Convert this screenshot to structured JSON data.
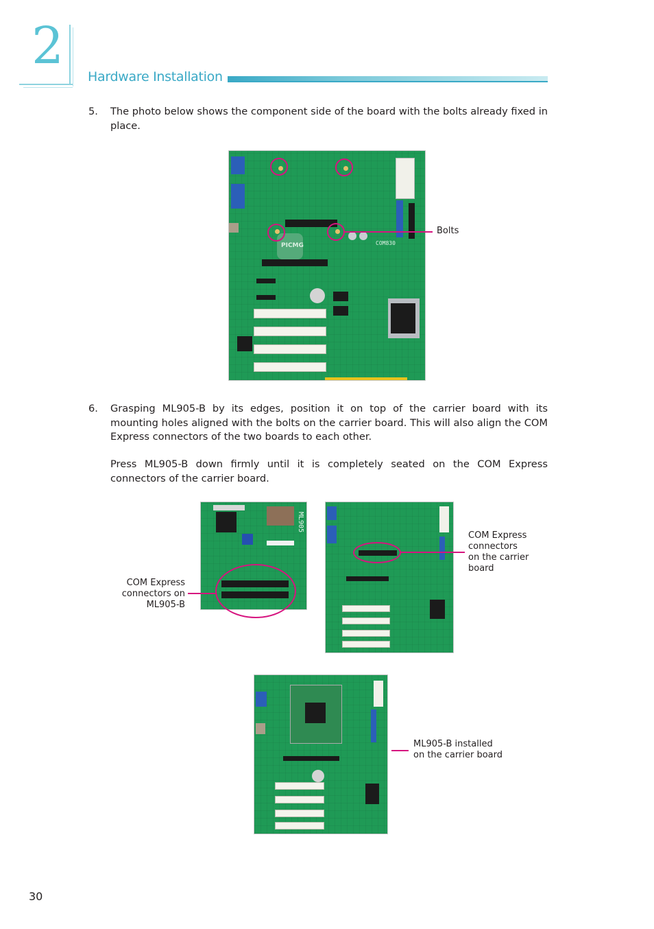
{
  "chapter": {
    "number": "2",
    "title": "Hardware Installation"
  },
  "steps": [
    {
      "number": "5.",
      "text": "The photo below shows the component side of the board with the bolts already fixed in place."
    },
    {
      "number": "6.",
      "text": "Grasping ML905-B by its edges, position it on top of the carrier board with its mounting holes aligned with the bolts on the carrier board. This will also align the COM Express connectors of the two boards to each other."
    }
  ],
  "step6_followup": "Press ML905-B down firmly until it is completely seated on the COM Express connectors of the carrier board.",
  "board_text": {
    "picmg": "PICMG",
    "com_silkscreen": "COM830",
    "module_silkscreen": "ML905"
  },
  "callouts": {
    "bolts": "Bolts",
    "com_on_module": [
      "COM Express",
      "connectors on",
      "ML905-B"
    ],
    "com_on_carrier": [
      "COM Express",
      "connectors",
      "on the carrier",
      "board"
    ],
    "installed": [
      "ML905-B installed",
      "on the carrier board"
    ]
  },
  "colors": {
    "accent": "#3aa9c6",
    "callout": "#d6147f",
    "pcb": "#1f9a56"
  },
  "page_number": "30"
}
